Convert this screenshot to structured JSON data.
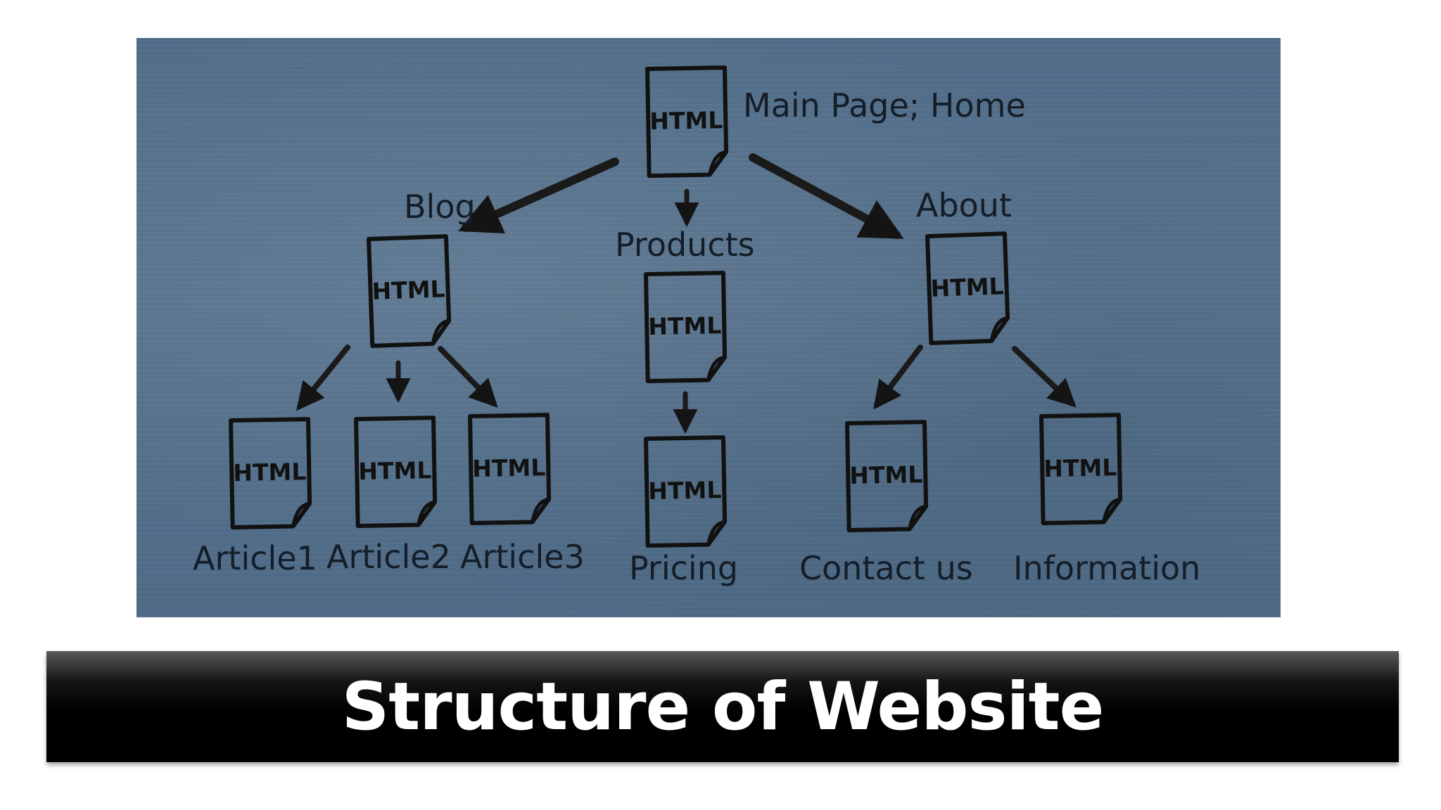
{
  "diagram": {
    "doc_label": "HTML",
    "nodes": {
      "home": "Main Page; Home",
      "blog": "Blog",
      "products": "Products",
      "about": "About",
      "article1": "Article1",
      "article2": "Article2",
      "article3": "Article3",
      "pricing": "Pricing",
      "contact": "Contact us",
      "information": "Information"
    }
  },
  "title": "Structure of Website",
  "colors": {
    "board": "#56718c",
    "ink": "#141d28",
    "title_bg": "#000000",
    "title_text": "#ffffff"
  }
}
